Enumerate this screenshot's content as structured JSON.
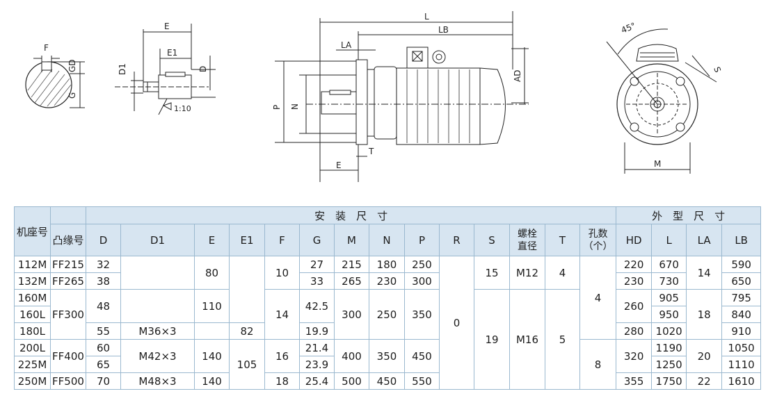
{
  "drawing_labels": {
    "keyway": {
      "F": "F",
      "GD": "GD",
      "G": "G"
    },
    "shaft": {
      "E": "E",
      "E1": "E1",
      "D1": "D1",
      "D": "D",
      "taper": "1:10"
    },
    "side_view": {
      "L": "L",
      "LB": "LB",
      "LA": "LA",
      "AD": "AD",
      "P": "P",
      "N": "N",
      "T": "T",
      "E": "E"
    },
    "end_view": {
      "angle": "45°",
      "S": "S",
      "M": "M"
    }
  },
  "table": {
    "group_install": "安　装　尺　寸",
    "group_outline": "外　型　尺　寸",
    "headers": {
      "frame": "机座号",
      "flange": "凸缘号",
      "D": "D",
      "D1": "D1",
      "E": "E",
      "E1": "E1",
      "F": "F",
      "G": "G",
      "M": "M",
      "N": "N",
      "P": "P",
      "R": "R",
      "S": "S",
      "bolt_line1": "螺栓",
      "bolt_line2": "直径",
      "T": "T",
      "holes_line1": "孔数",
      "holes_line2": "（个）",
      "HD": "HD",
      "L": "L",
      "LA": "LA",
      "LB": "LB"
    },
    "frame": [
      "112M",
      "132M",
      "160M",
      "160L",
      "180L",
      "200L",
      "225M",
      "250M"
    ],
    "flange": [
      "FF215",
      "FF265",
      "FF300",
      "FF400",
      "FF500"
    ],
    "D": [
      "32",
      "38",
      "48",
      "55",
      "60",
      "65",
      "70"
    ],
    "D1": [
      "M36×3",
      "M42×3",
      "M48×3"
    ],
    "E": [
      "80",
      "110",
      "140",
      "140"
    ],
    "E1": [
      "82",
      "105"
    ],
    "F": [
      "10",
      "14",
      "16",
      "18"
    ],
    "G": [
      "27",
      "33",
      "42.5",
      "19.9",
      "21.4",
      "23.9",
      "25.4"
    ],
    "M": [
      "215",
      "265",
      "300",
      "400",
      "500"
    ],
    "N": [
      "180",
      "230",
      "250",
      "350",
      "450"
    ],
    "P": [
      "250",
      "300",
      "350",
      "450",
      "550"
    ],
    "R": "0",
    "S": [
      "15",
      "19"
    ],
    "bolt": [
      "M12",
      "M16"
    ],
    "T": [
      "4",
      "5"
    ],
    "holes": [
      "4",
      "8"
    ],
    "HD": [
      "220",
      "230",
      "260",
      "280",
      "320",
      "355"
    ],
    "L": [
      "670",
      "730",
      "905",
      "950",
      "1020",
      "1190",
      "1250",
      "1750"
    ],
    "LA": [
      "14",
      "18",
      "20",
      "22"
    ],
    "LB": [
      "590",
      "650",
      "795",
      "840",
      "910",
      "1050",
      "1110",
      "1610"
    ]
  }
}
